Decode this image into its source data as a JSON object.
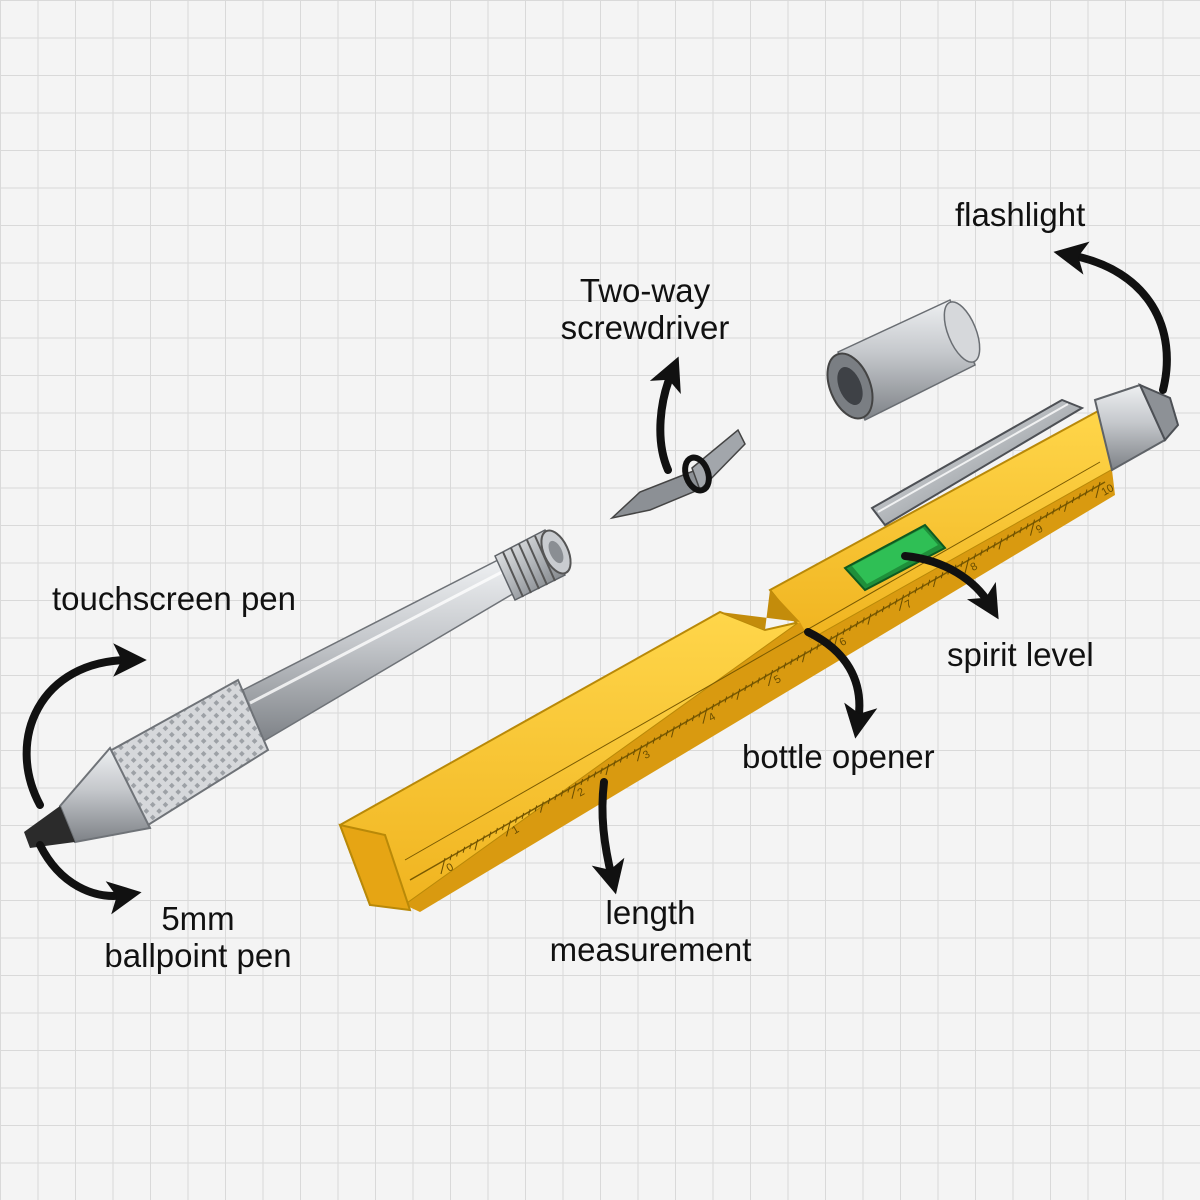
{
  "labels": {
    "flashlight": "flashlight",
    "screwdriver": [
      "Two-way",
      "screwdriver"
    ],
    "touchscreen": "touchscreen pen",
    "spirit_level": "spirit level",
    "bottle_opener": "bottle opener",
    "ballpoint": [
      "5mm",
      "ballpoint pen"
    ],
    "length": [
      "length",
      "measurement"
    ]
  },
  "ruler_ticks": [
    "0",
    "1",
    "2",
    "3",
    "4",
    "5",
    "6",
    "7",
    "8",
    "9",
    "10"
  ],
  "colors": {
    "body_yellow": "#f2bd2a",
    "body_yellow_dark": "#d99a10",
    "level_green": "#28a745",
    "metal": "#b9bcc0",
    "ink": "#111111"
  }
}
